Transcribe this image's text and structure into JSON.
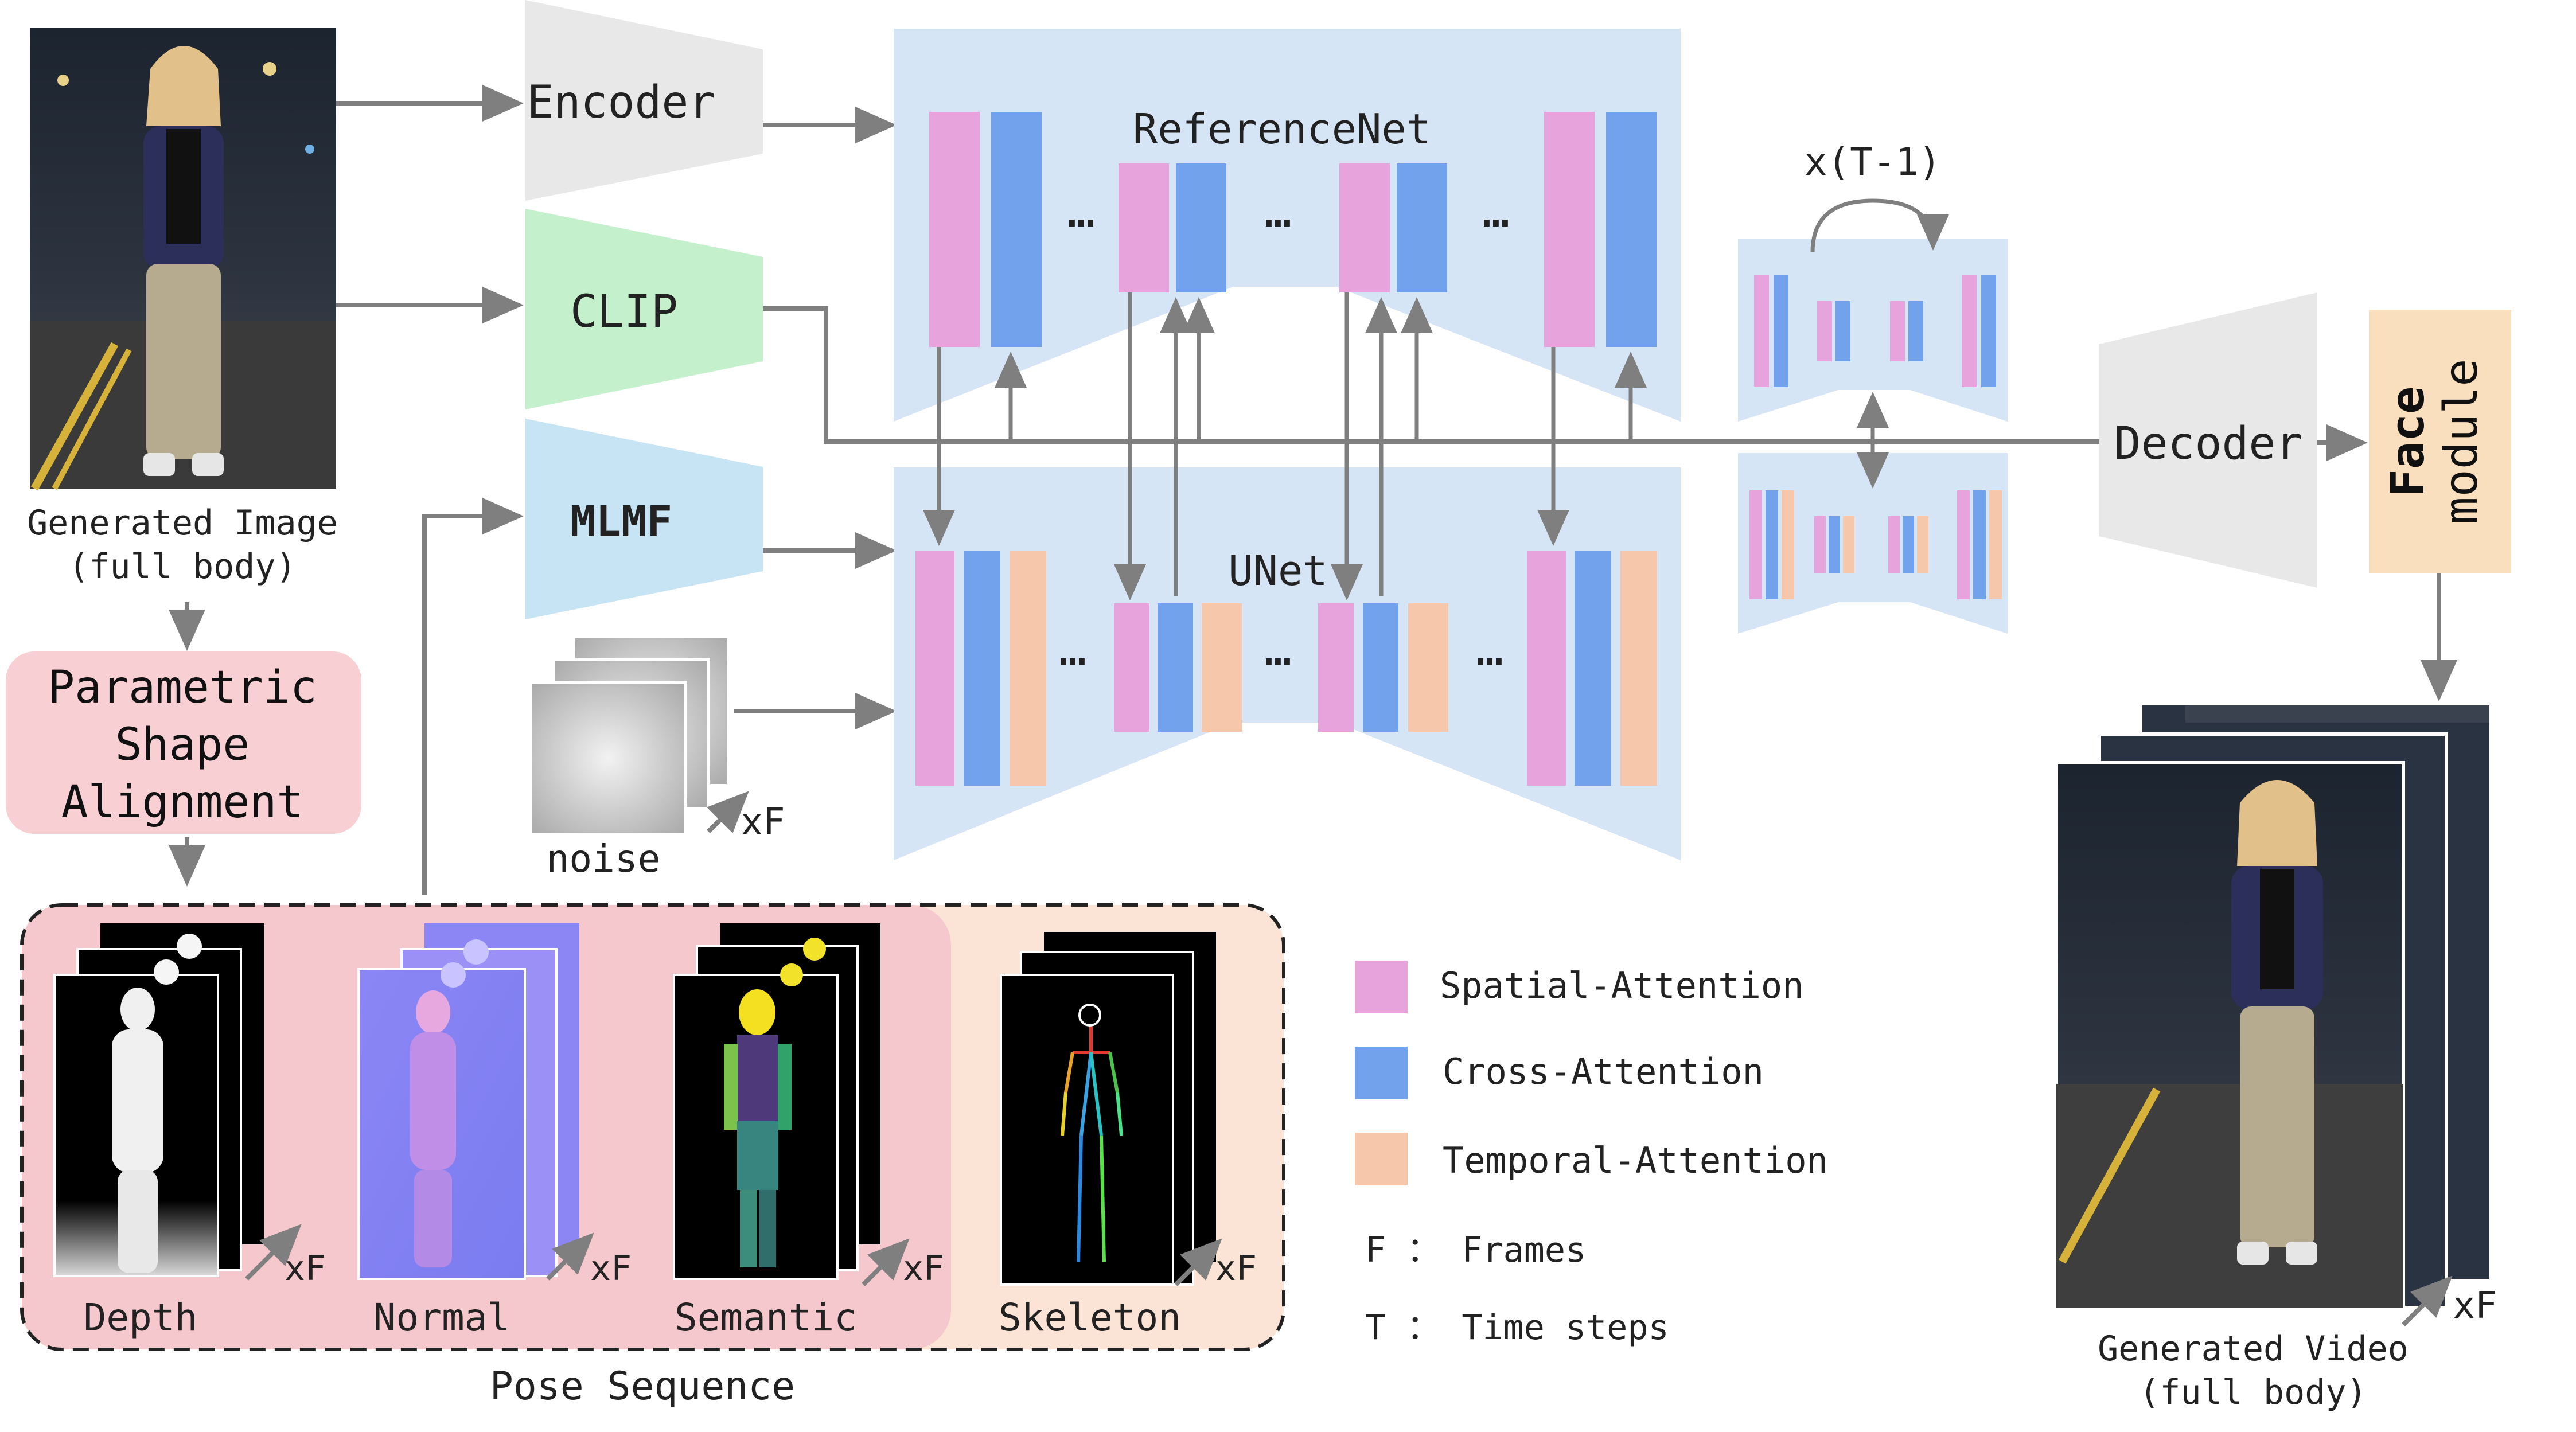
{
  "inputs": {
    "generated_image_caption_line1": "Generated Image",
    "generated_image_caption_line2": "(full body)",
    "noise_label": "noise",
    "noise_frames": "xF"
  },
  "encoders": {
    "encoder": "Encoder",
    "clip": "CLIP",
    "mlmf": "MLMF"
  },
  "alignment": {
    "line1": "Parametric",
    "line2": "Shape",
    "line3": "Alignment"
  },
  "networks": {
    "reference_net": "ReferenceNet",
    "unet": "UNet",
    "dots": "…",
    "timesteps_loop": "x(T-1)"
  },
  "decoder": {
    "decoder": "Decoder",
    "face_line1": "Face",
    "face_line2": "module"
  },
  "output": {
    "caption_line1": "Generated Video",
    "caption_line2": "(full body)",
    "frames": "xF"
  },
  "pose": {
    "title": "Pose Sequence",
    "frames": "xF",
    "items": [
      {
        "label": "Depth"
      },
      {
        "label": "Normal"
      },
      {
        "label": "Semantic"
      },
      {
        "label": "Skeleton"
      }
    ]
  },
  "legend": {
    "spatial": "Spatial-Attention",
    "cross": "Cross-Attention",
    "temporal": "Temporal-Attention",
    "frames_def": "F ： Frames",
    "time_def": "T ： Time steps"
  },
  "colors": {
    "spatial": "#e6a3dc",
    "cross": "#72a2ec",
    "temporal": "#f7c7ac",
    "net_bg": "#d6e5f5",
    "clip": "#c4f0cc",
    "mlmf": "#c6e4f3",
    "encoder_gray": "#e8e8e8",
    "face_module": "#f9dfbe",
    "alignment_bg": "#f8cfd2",
    "pose_pink": "#f4c8cc",
    "pose_peach": "#fbe3d6",
    "arrow": "#7f7f7f"
  }
}
